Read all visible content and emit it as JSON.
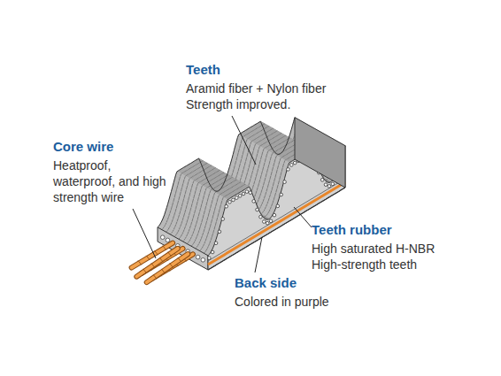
{
  "diagram": {
    "labels": [
      "Teeth",
      "Aramid fiber + Nylon fiber Strength improved.",
      "Core wire",
      "Heatproof, waterproof, and high strength wire",
      "Teeth rubber",
      "High saturated H-NBR High-strength teeth",
      "Back side",
      "Colored in purple"
    ]
  }
}
